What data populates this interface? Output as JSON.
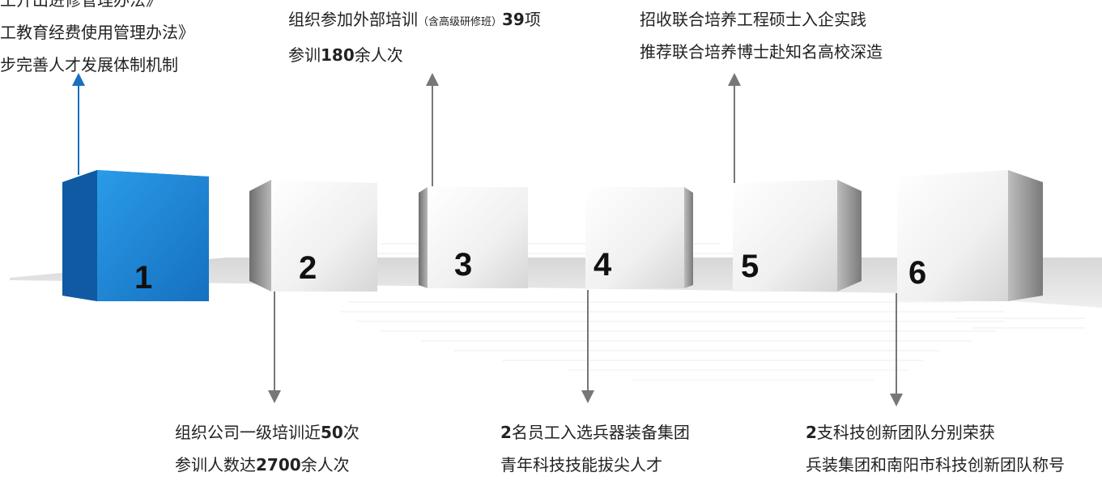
{
  "blocks": [
    {
      "id": 1,
      "label": "1",
      "color": "#1a86d6"
    },
    {
      "id": 2,
      "label": "2"
    },
    {
      "id": 3,
      "label": "3"
    },
    {
      "id": 4,
      "label": "4"
    },
    {
      "id": 5,
      "label": "5"
    },
    {
      "id": 6,
      "label": "6"
    }
  ],
  "texts": {
    "t1": [
      "工开出进修管理办法》",
      "工教育经费使用管理办法》",
      "步完善人才发展体制机制"
    ],
    "t3": {
      "line1_a": "组织参加外部培训",
      "line1_paren": "（含高级研修班）",
      "line1_num": "39",
      "line1_b": "项",
      "line2_a": "参训",
      "line2_num": "180",
      "line2_b": "余人次"
    },
    "t5": [
      "招收联合培养工程硕士入企实践",
      "推荐联合培养博士赴知名高校深造"
    ],
    "t2": {
      "line1_a": "组织公司一级培训近",
      "line1_num": "50",
      "line1_b": "次",
      "line2_a": "参训人数达",
      "line2_num": "2700",
      "line2_b": "余人次"
    },
    "t4": {
      "line1_num": "2",
      "line1_b": "名员工入选兵器装备集团",
      "line2": "青年科技技能拔尖人才"
    },
    "t6": {
      "line1_num": "2",
      "line1_b": "支科技创新团队分别荣获",
      "line2": "兵装集团和南阳市科技创新团队称号"
    }
  }
}
